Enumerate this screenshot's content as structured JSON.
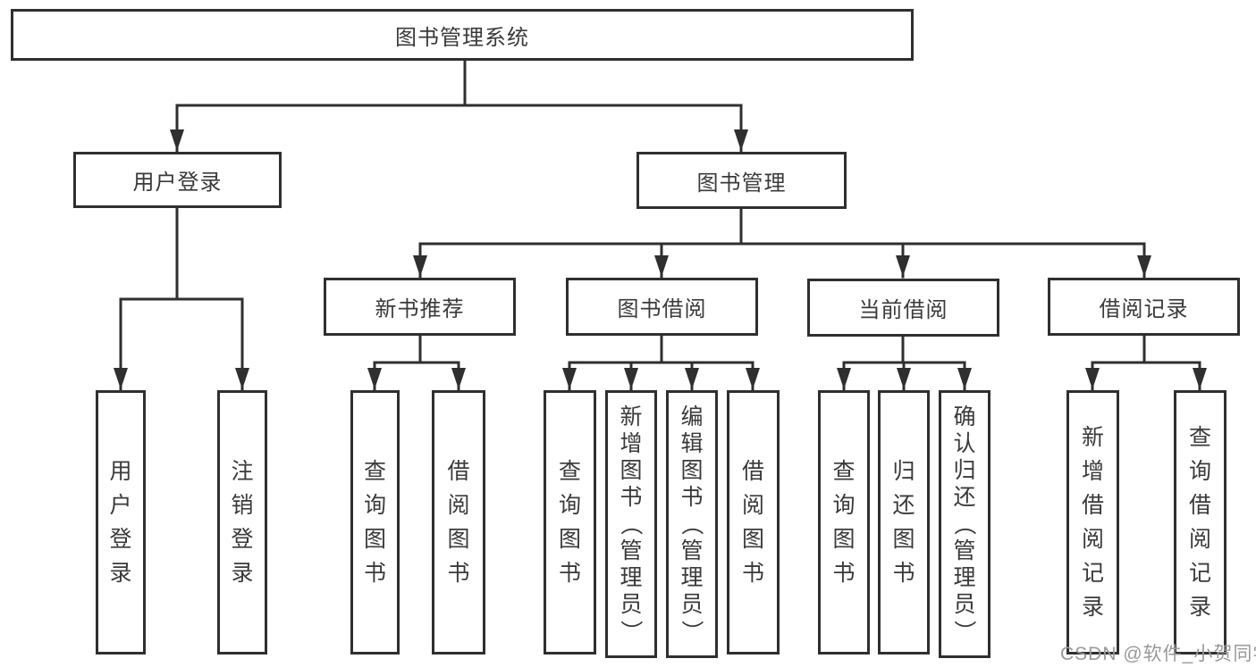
{
  "tree": {
    "root": {
      "label": "图书管理系统"
    },
    "branches": [
      {
        "label": "用户登录",
        "children": [
          {
            "label": "用户登录"
          },
          {
            "label": "注销登录"
          }
        ]
      },
      {
        "label": "图书管理",
        "groups": [
          {
            "label": "新书推荐",
            "children": [
              {
                "label": "查询图书"
              },
              {
                "label": "借阅图书"
              }
            ]
          },
          {
            "label": "图书借阅",
            "children": [
              {
                "label": "查询图书"
              },
              {
                "label": "新增图书（管理员）"
              },
              {
                "label": "编辑图书（管理员）"
              },
              {
                "label": "借阅图书"
              }
            ]
          },
          {
            "label": "当前借阅",
            "children": [
              {
                "label": "查询图书"
              },
              {
                "label": "归还图书"
              },
              {
                "label": "确认归还（管理员）"
              }
            ]
          },
          {
            "label": "借阅记录",
            "children": [
              {
                "label": "新增借阅记录"
              },
              {
                "label": "查询借阅记录"
              }
            ]
          }
        ]
      }
    ]
  },
  "watermark": {
    "text": "CSDN @软件_小贺同学"
  },
  "colors": {
    "line": "#2f2f2f",
    "text": "#3a3a3a",
    "watermark": "#999999"
  }
}
